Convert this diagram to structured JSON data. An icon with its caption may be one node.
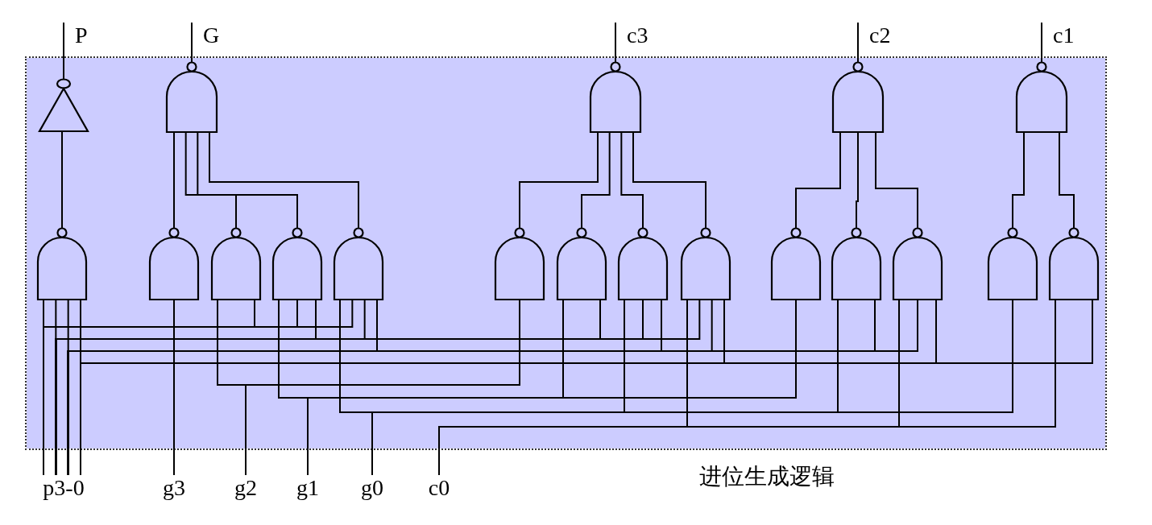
{
  "diagram": {
    "nodes": [
      {
        "text": [
          "进位生成逻辑"
        ]
      },
      {
        "text": [
          "P"
        ]
      },
      {
        "text": [
          "G"
        ]
      },
      {
        "text": [
          "c3"
        ]
      },
      {
        "text": [
          "c2"
        ]
      },
      {
        "text": [
          "c1"
        ]
      },
      {
        "text": [],
        "shape": "triangle",
        "in": 0
      },
      {
        "text": [],
        "shape": "gate",
        "in": 0
      },
      {
        "text": [],
        "shape": "gate",
        "in": 0
      },
      {
        "text": [],
        "shape": "gate",
        "in": 0
      },
      {
        "text": [],
        "shape": "gate",
        "in": 0
      },
      {
        "text": [],
        "shape": "gate",
        "in": 0
      },
      {
        "text": [],
        "shape": "gate",
        "in": 0
      },
      {
        "text": [],
        "shape": "gate",
        "in": 0
      },
      {
        "text": [],
        "shape": "gate",
        "in": 0
      },
      {
        "text": [],
        "shape": "gate",
        "in": 0
      },
      {
        "text": [],
        "shape": "gate",
        "in": 0
      },
      {
        "text": [],
        "shape": "gate",
        "in": 0
      },
      {
        "text": [],
        "shape": "gate",
        "in": 0
      },
      {
        "text": [],
        "shape": "gate",
        "in": 0
      },
      {
        "text": [],
        "shape": "gate",
        "in": 0
      },
      {
        "text": [],
        "shape": "gate",
        "in": 0
      },
      {
        "text": [],
        "shape": "gate",
        "in": 0
      },
      {
        "text": [],
        "shape": "gate",
        "in": 0
      },
      {
        "text": [],
        "shape": "gate",
        "in": 0
      },
      {
        "text": [
          "p3-0"
        ]
      },
      {
        "text": [
          "g3"
        ]
      },
      {
        "text": [
          "g2"
        ]
      },
      {
        "text": [
          "g1"
        ]
      },
      {
        "text": [
          "g0"
        ]
      },
      {
        "text": [
          "c0"
        ]
      }
    ],
    "edges": [
      {
        "from": 6,
        "to": 1,
        "arrow": "none"
      },
      {
        "from": 7,
        "to": 2,
        "arrow": "none"
      },
      {
        "from": 8,
        "to": 3,
        "arrow": "none"
      },
      {
        "from": 9,
        "to": 4,
        "arrow": "none"
      },
      {
        "from": 10,
        "to": 5,
        "arrow": "none"
      },
      {
        "from": 11,
        "to": 6,
        "arrow": "none"
      },
      {
        "from": 12,
        "to": 7,
        "arrow": "none"
      },
      {
        "from": 13,
        "to": 7,
        "arrow": "none"
      },
      {
        "from": 14,
        "to": 7,
        "arrow": "none"
      },
      {
        "from": 15,
        "to": 7,
        "arrow": "none"
      },
      {
        "from": 16,
        "to": 8,
        "arrow": "none"
      },
      {
        "from": 17,
        "to": 8,
        "arrow": "none"
      },
      {
        "from": 18,
        "to": 8,
        "arrow": "none"
      },
      {
        "from": 19,
        "to": 8,
        "arrow": "none"
      },
      {
        "from": 20,
        "to": 9,
        "arrow": "none"
      },
      {
        "from": 21,
        "to": 9,
        "arrow": "none"
      },
      {
        "from": 22,
        "to": 9,
        "arrow": "none"
      },
      {
        "from": 23,
        "to": 10,
        "arrow": "none"
      },
      {
        "from": 24,
        "to": 10,
        "arrow": "none"
      },
      {
        "from": 25,
        "to": 11,
        "arrow": "none"
      },
      {
        "from": 26,
        "to": 12,
        "arrow": "none"
      },
      {
        "from": 27,
        "to": 13,
        "arrow": "none"
      },
      {
        "from": 25,
        "to": 13,
        "arrow": "none"
      },
      {
        "from": 28,
        "to": 14,
        "arrow": "none"
      },
      {
        "from": 25,
        "to": 14,
        "arrow": "none"
      },
      {
        "from": 29,
        "to": 15,
        "arrow": "none"
      },
      {
        "from": 25,
        "to": 15,
        "arrow": "none"
      },
      {
        "from": 27,
        "to": 16,
        "arrow": "none"
      },
      {
        "from": 28,
        "to": 17,
        "arrow": "none"
      },
      {
        "from": 25,
        "to": 17,
        "arrow": "none"
      },
      {
        "from": 29,
        "to": 18,
        "arrow": "none"
      },
      {
        "from": 25,
        "to": 18,
        "arrow": "none"
      },
      {
        "from": 30,
        "to": 19,
        "arrow": "none"
      },
      {
        "from": 25,
        "to": 19,
        "arrow": "none"
      },
      {
        "from": 28,
        "to": 20,
        "arrow": "none"
      },
      {
        "from": 29,
        "to": 21,
        "arrow": "none"
      },
      {
        "from": 25,
        "to": 21,
        "arrow": "none"
      },
      {
        "from": 30,
        "to": 22,
        "arrow": "none"
      },
      {
        "from": 25,
        "to": 22,
        "arrow": "none"
      },
      {
        "from": 29,
        "to": 23,
        "arrow": "none"
      },
      {
        "from": 30,
        "to": 24,
        "arrow": "none"
      },
      {
        "from": 25,
        "to": 24,
        "arrow": "none"
      }
    ]
  }
}
